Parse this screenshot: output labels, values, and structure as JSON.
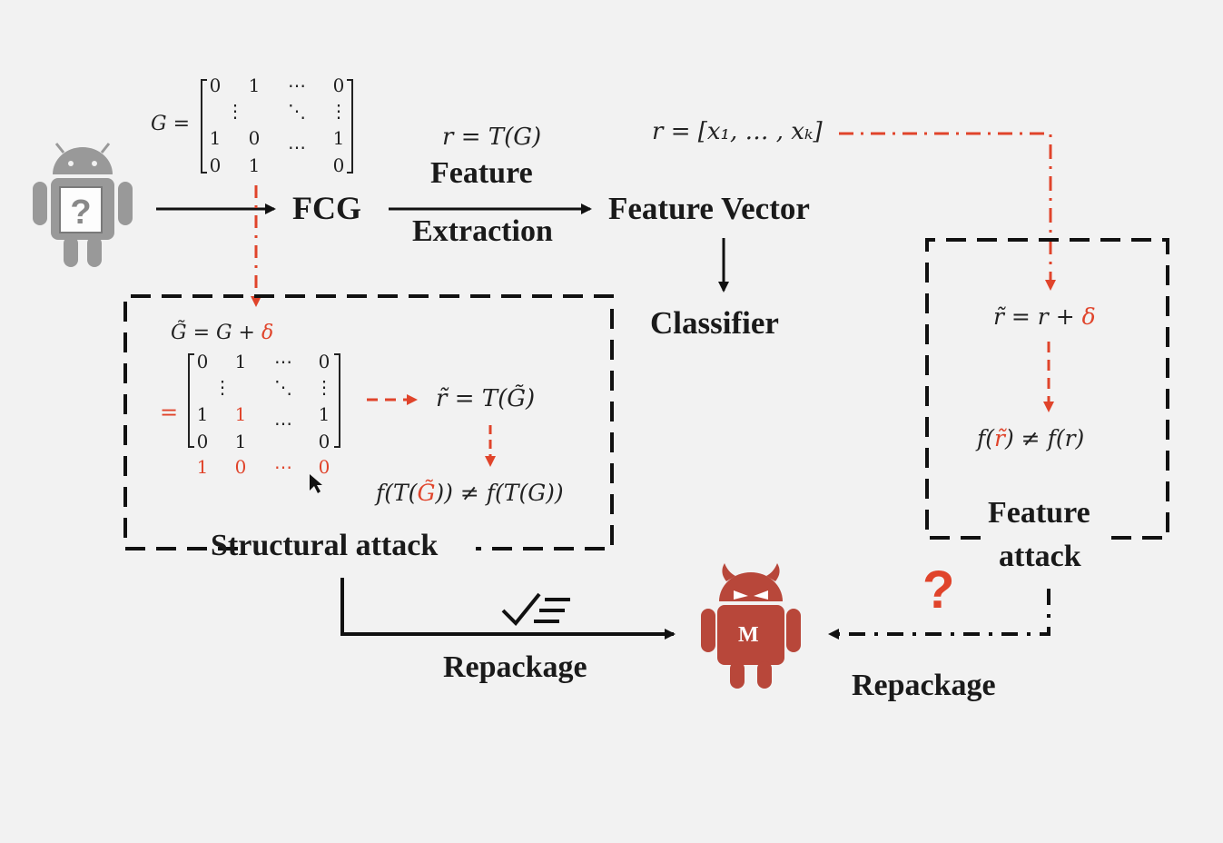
{
  "colors": {
    "accent": "#e0442b",
    "ink": "#111111",
    "background": "#f2f2f2",
    "robot_gray": "#8a8a8a",
    "robot_red": "#b8473a"
  },
  "icons": {
    "unknown_app": "android-question-icon",
    "malware_app": "android-malware-icon",
    "checklist": "checklist-icon"
  },
  "matrix_G": {
    "label": "G =",
    "rows": [
      [
        "0",
        "1",
        "⋯",
        "0"
      ],
      [
        "⋮",
        "",
        "⋱",
        "⋮"
      ],
      [
        "1",
        "0",
        "⋯",
        "1"
      ],
      [
        "0",
        "1",
        "",
        "0"
      ]
    ]
  },
  "pipeline": {
    "fcg": "FCG",
    "transform_eq": "r = T(G)",
    "feature_extraction_line1": "Feature",
    "feature_extraction_line2": "Extraction",
    "feature_vector": "Feature Vector",
    "vector_eq": "r = [x₁, … , xₖ]",
    "classifier": "Classifier"
  },
  "structural_attack": {
    "title": "Structural attack",
    "perturbed_eq": "G̃ = G + ",
    "delta": "δ",
    "equals": "=",
    "rows": [
      [
        "0",
        "1",
        "⋯",
        "0"
      ],
      [
        "⋮",
        "",
        "⋱",
        "⋮"
      ],
      [
        "1",
        "1",
        "⋯",
        "1"
      ],
      [
        "0",
        "1",
        "",
        "0"
      ],
      [
        "1",
        "0",
        "⋯",
        "0"
      ]
    ],
    "r_tilde_eq": "r̃ = T(G̃)",
    "inequality_left": "f(T(",
    "inequality_g": "G̃",
    "inequality_right": ")) ≠ f(T(G))"
  },
  "feature_attack": {
    "title_line1": "Feature",
    "title_line2": "attack",
    "perturbed_eq": "r̃ = r + ",
    "delta": "δ",
    "inequality_left": "f(",
    "inequality_r": "r̃",
    "inequality_right": ") ≠ f(r)"
  },
  "repackage": {
    "left": "Repackage",
    "right": "Repackage",
    "question_mark": "?",
    "malware_letter": "M"
  }
}
